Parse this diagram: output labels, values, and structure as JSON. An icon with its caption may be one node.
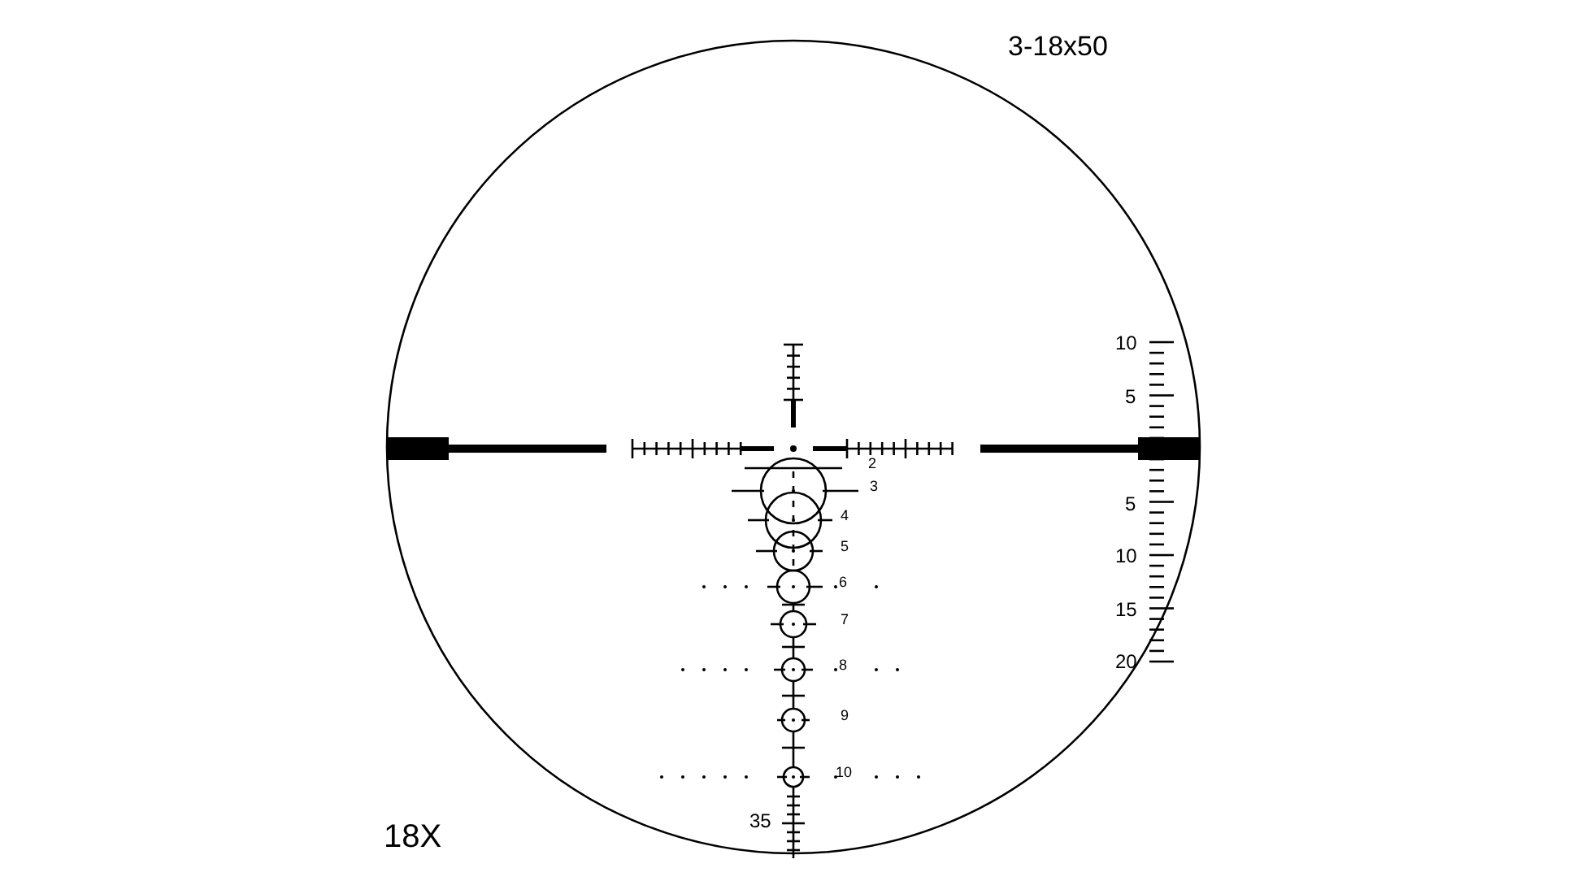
{
  "diagram": {
    "labels": [
      "3-18x50",
      "10",
      "5",
      "2",
      "3",
      "5",
      "4",
      "5",
      "10",
      "6",
      "15",
      "7",
      "20",
      "8",
      "9",
      "10",
      "35",
      "18X"
    ]
  }
}
